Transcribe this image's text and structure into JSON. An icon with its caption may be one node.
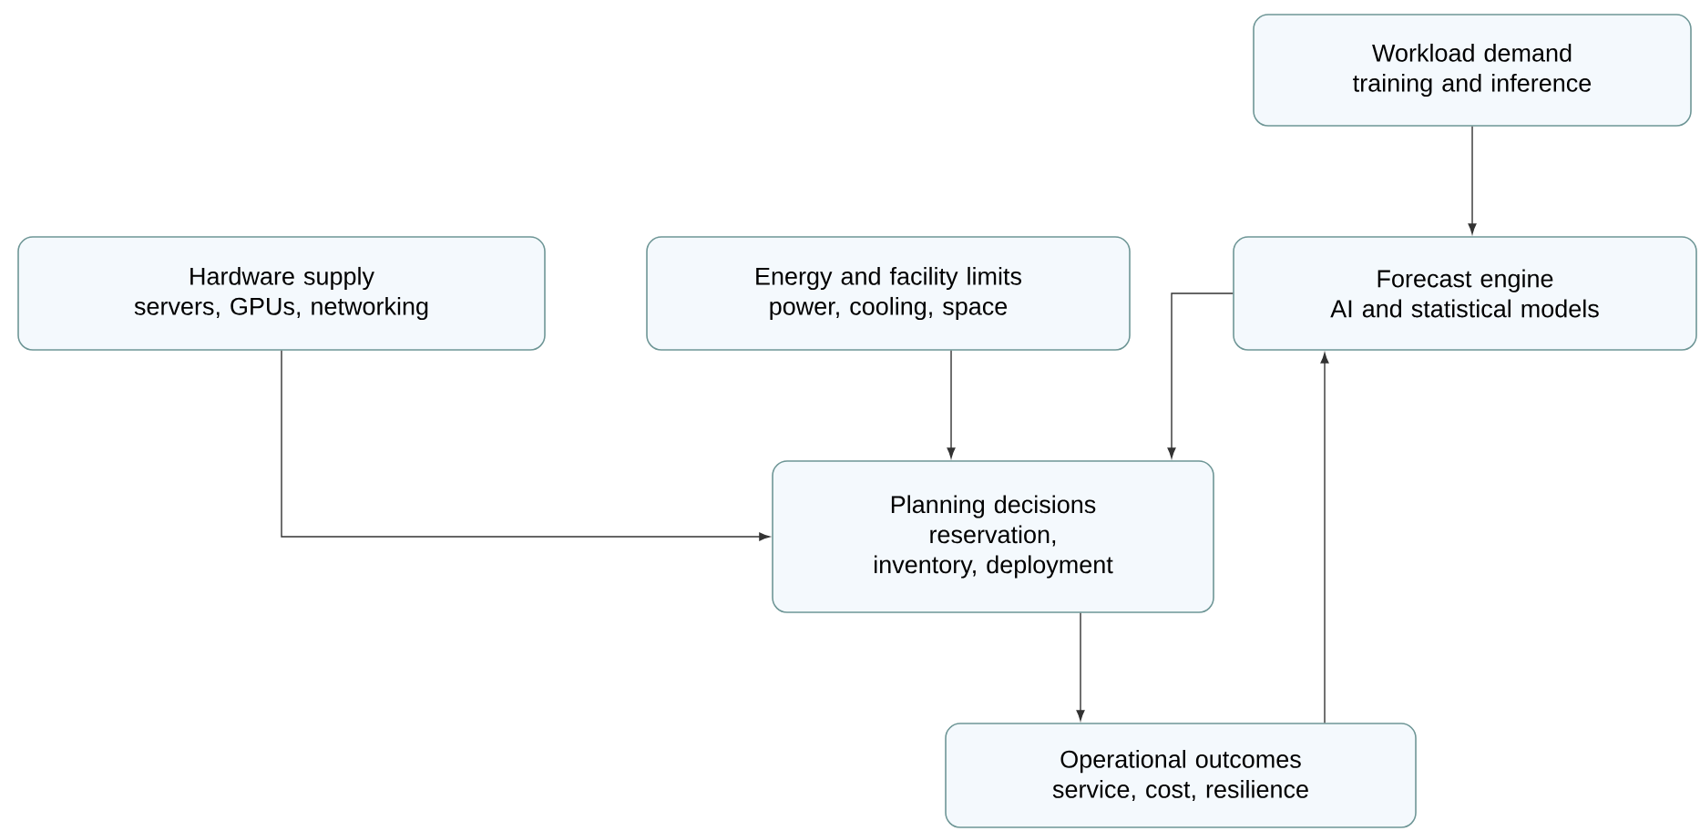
{
  "diagram": {
    "nodes": [
      {
        "text": [
          "Workload demand",
          "training and inference"
        ]
      },
      {
        "text": [
          "Hardware supply",
          "servers, GPUs, networking"
        ]
      },
      {
        "text": [
          "Energy and facility limits",
          "power, cooling, space"
        ]
      },
      {
        "text": [
          "Forecast engine",
          "AI and statistical models"
        ]
      },
      {
        "text": [
          "Planning decisions",
          "reservation, inventory, deployment"
        ]
      },
      {
        "text": [
          "Operational outcomes",
          "service, cost, resilience"
        ]
      }
    ],
    "edges": [
      {
        "from": 0,
        "to": 3,
        "arrow": "to"
      },
      {
        "from": 1,
        "to": 4,
        "arrow": "to"
      },
      {
        "from": 2,
        "to": 4,
        "arrow": "to"
      },
      {
        "from": 3,
        "to": 4,
        "arrow": "to"
      },
      {
        "from": 4,
        "to": 5,
        "arrow": "to"
      },
      {
        "from": 5,
        "to": 3,
        "arrow": "to"
      }
    ]
  }
}
